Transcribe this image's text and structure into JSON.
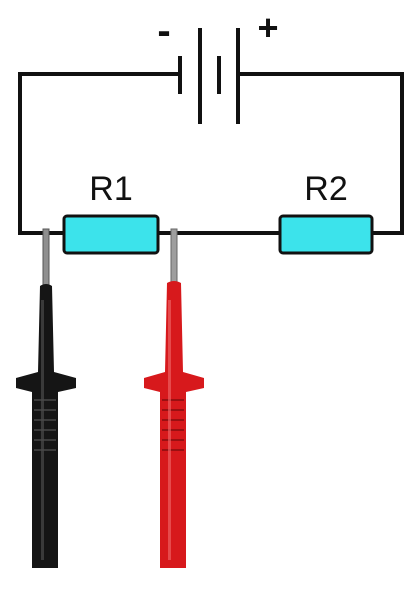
{
  "battery": {
    "minus_label": "-",
    "plus_label": "+"
  },
  "resistors": [
    {
      "label": "R1",
      "fill": "#3ce3eb"
    },
    {
      "label": "R2",
      "fill": "#3ce3eb"
    }
  ],
  "probes": [
    {
      "name": "black-probe",
      "color": "#151515"
    },
    {
      "name": "red-probe",
      "color": "#d7191c"
    }
  ],
  "colors": {
    "wire": "#111111",
    "probe_tip": "#9a9a9a"
  }
}
